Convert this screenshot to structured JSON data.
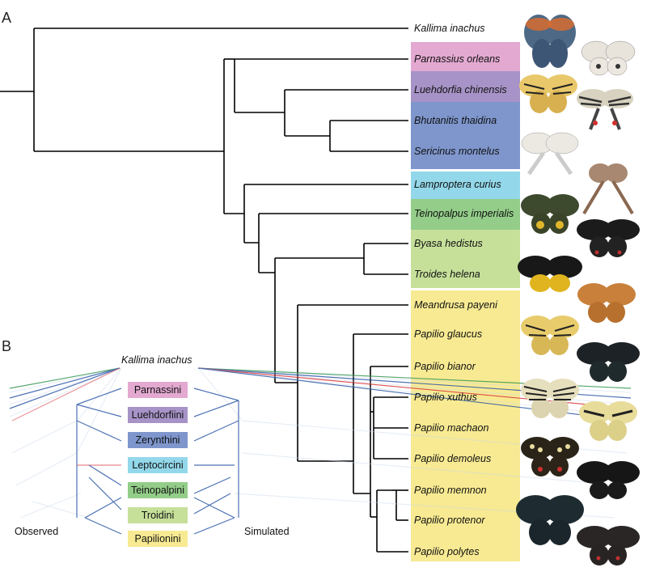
{
  "panel_a_label": "A",
  "panel_b_label": "B",
  "tree_a": {
    "outgroup": "Kallima inachus",
    "species": [
      "Parnassius orleans",
      "Luehdorfia chinensis",
      "Bhutanitis thaidina",
      "Sericinus montelus",
      "Lamproptera curius",
      "Teinopalpus imperialis",
      "Byasa hedistus",
      "Troides helena",
      "Meandrusa payeni",
      "Papilio glaucus",
      "Papilio bianor",
      "Papilio xuthus",
      "Papilio machaon",
      "Papilio demoleus",
      "Papilio memnon",
      "Papilio protenor",
      "Papilio polytes"
    ]
  },
  "panel_b": {
    "top_label": "Kallima inachus",
    "left_label": "Observed",
    "right_label": "Simulated",
    "tribes": [
      "Parnassini",
      "Luehdorfiini",
      "Zerynthini",
      "Leptocircini",
      "Teinopalpini",
      "Troidini",
      "Papilionini"
    ]
  },
  "colors": {
    "parnassini": "#e3a9d1",
    "luehdorfiini": "#a793c7",
    "zerynthini": "#7e96cc",
    "leptocircini": "#93d8ea",
    "teinopalpini": "#93cd89",
    "troidini": "#c6e09a",
    "papilionini": "#f7ea92",
    "line": "#000000",
    "obs_blue": "#2f5aa8",
    "obs_red": "#d9363e",
    "obs_green": "#3a9a57"
  },
  "butterfly_images": [
    "kallima-leaf-butterfly",
    "parnassius-white-butterfly",
    "luehdorfia-tiger-butterfly",
    "bhutanitis-striped-butterfly",
    "sericinus-white-butterfly",
    "lamproptera-dragontail",
    "teinopalpus-green-butterfly",
    "byasa-black-butterfly",
    "troides-birdwing",
    "meandrusa-orange-butterfly",
    "papilio-glaucus",
    "papilio-bianor",
    "papilio-xuthus",
    "papilio-machaon",
    "papilio-demoleus",
    "papilio-memnon-black",
    "papilio-memnon",
    "papilio-protenor",
    "papilio-polytes"
  ]
}
